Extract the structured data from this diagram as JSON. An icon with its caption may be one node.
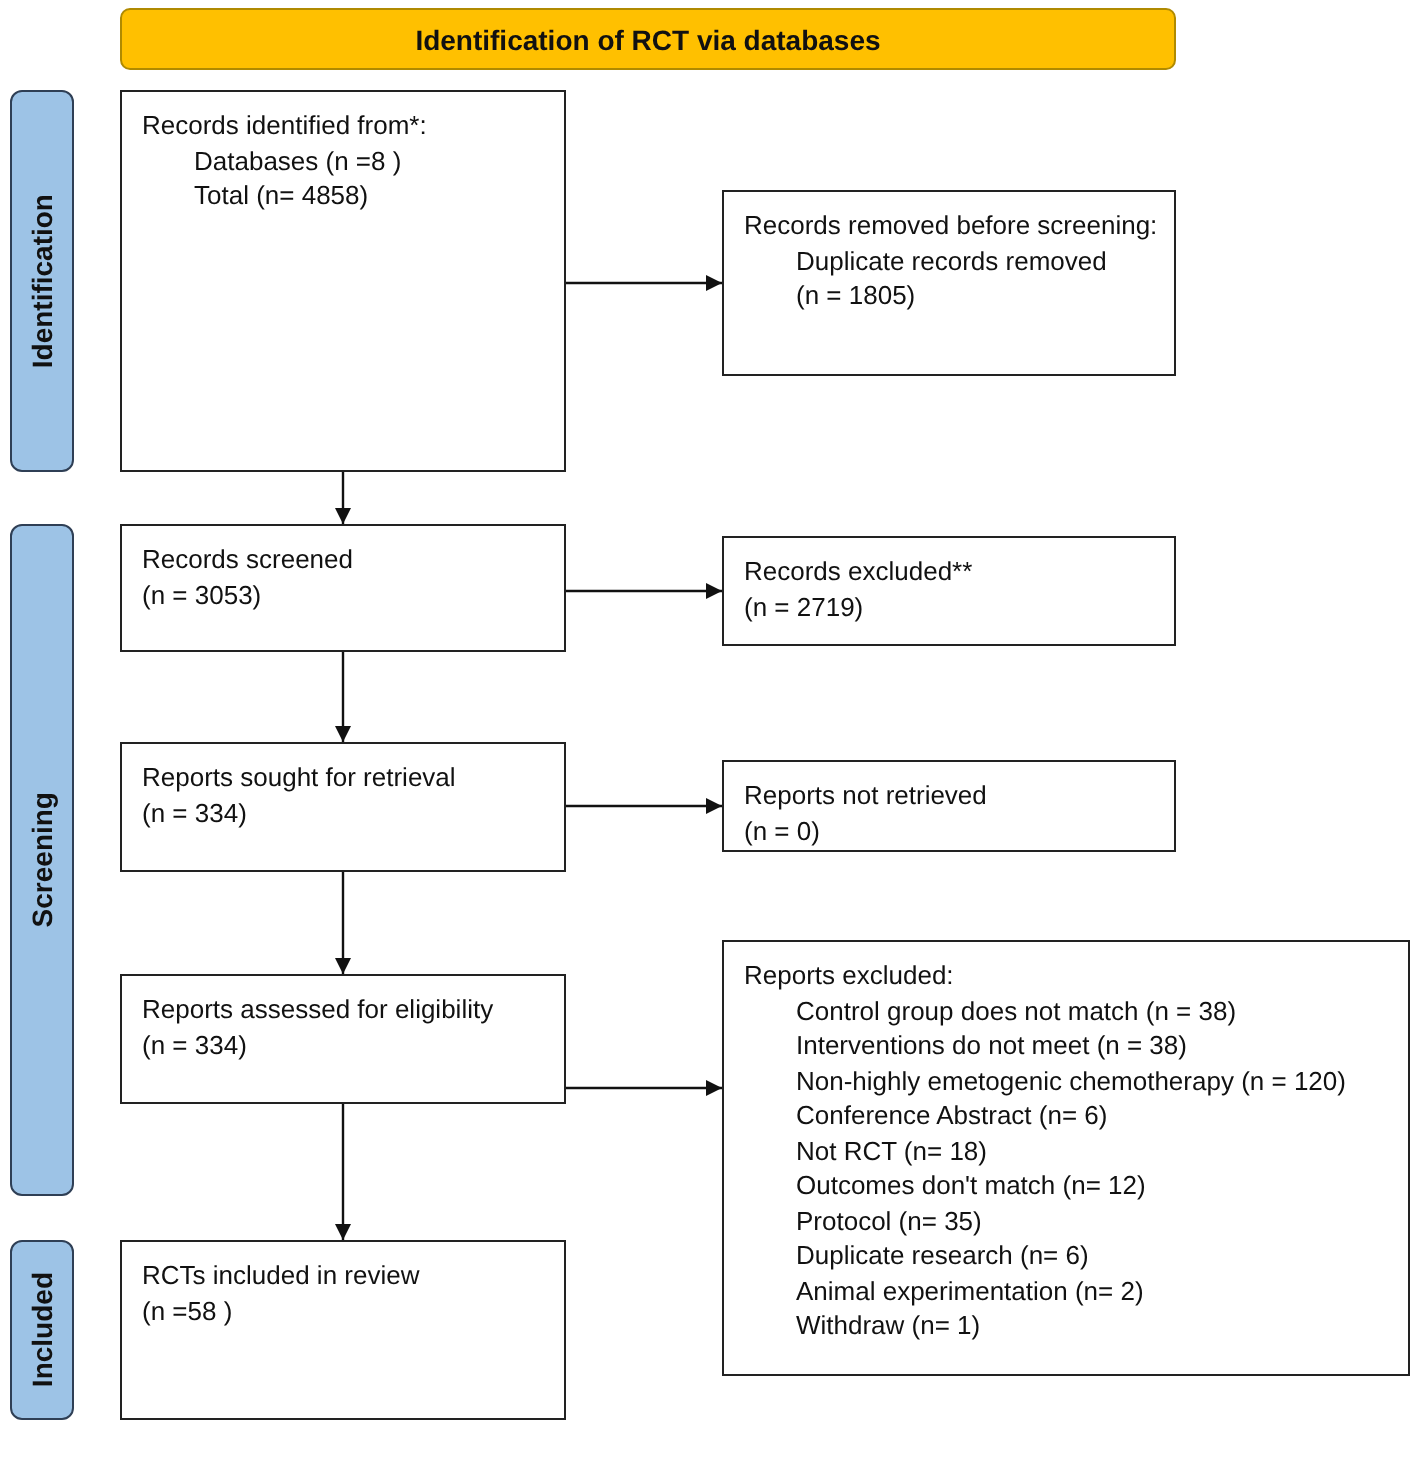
{
  "diagram": {
    "nodes": [
      {
        "text": [
          "Identification of RCT via databases"
        ]
      },
      {
        "text": [
          "Identification"
        ]
      },
      {
        "text": [
          "Screening"
        ]
      },
      {
        "text": [
          "Included"
        ]
      },
      {
        "text": [
          "Records identified from*:",
          "Databases (n =8 )",
          "Total (n= 4858)"
        ]
      },
      {
        "text": [
          "Records removed before screening:",
          "Duplicate records removed",
          "(n = 1805)"
        ]
      },
      {
        "text": [
          "Records screened",
          "(n = 3053)"
        ]
      },
      {
        "text": [
          "Records excluded**",
          "(n = 2719)"
        ]
      },
      {
        "text": [
          "Reports sought for retrieval",
          "(n = 334)"
        ]
      },
      {
        "text": [
          "Reports not retrieved",
          "(n = 0)"
        ]
      },
      {
        "text": [
          "Reports assessed for eligibility",
          "(n = 334)"
        ]
      },
      {
        "text": [
          "Reports excluded:",
          "Control group does not match  (n = 38)",
          "Interventions do not meet (n = 38)",
          "Non-highly emetogenic chemotherapy (n = 120)",
          "Conference Abstract (n= 6)",
          "Not RCT (n= 18)",
          "Outcomes  don't match (n= 12)",
          "Protocol (n= 35)",
          "Duplicate research  (n= 6)",
          "Animal experimentation (n= 2)",
          "Withdraw (n= 1)"
        ]
      },
      {
        "text": [
          "RCTs included in review",
          "(n =58 )"
        ]
      }
    ],
    "edges": [
      {
        "from": 4,
        "to": 5,
        "arrow": "to"
      },
      {
        "from": 4,
        "to": 6,
        "arrow": "to"
      },
      {
        "from": 6,
        "to": 7,
        "arrow": "to"
      },
      {
        "from": 6,
        "to": 8,
        "arrow": "to"
      },
      {
        "from": 8,
        "to": 9,
        "arrow": "to"
      },
      {
        "from": 8,
        "to": 10,
        "arrow": "to"
      },
      {
        "from": 10,
        "to": 11,
        "arrow": "to"
      },
      {
        "from": 10,
        "to": 12,
        "arrow": "to"
      }
    ]
  }
}
